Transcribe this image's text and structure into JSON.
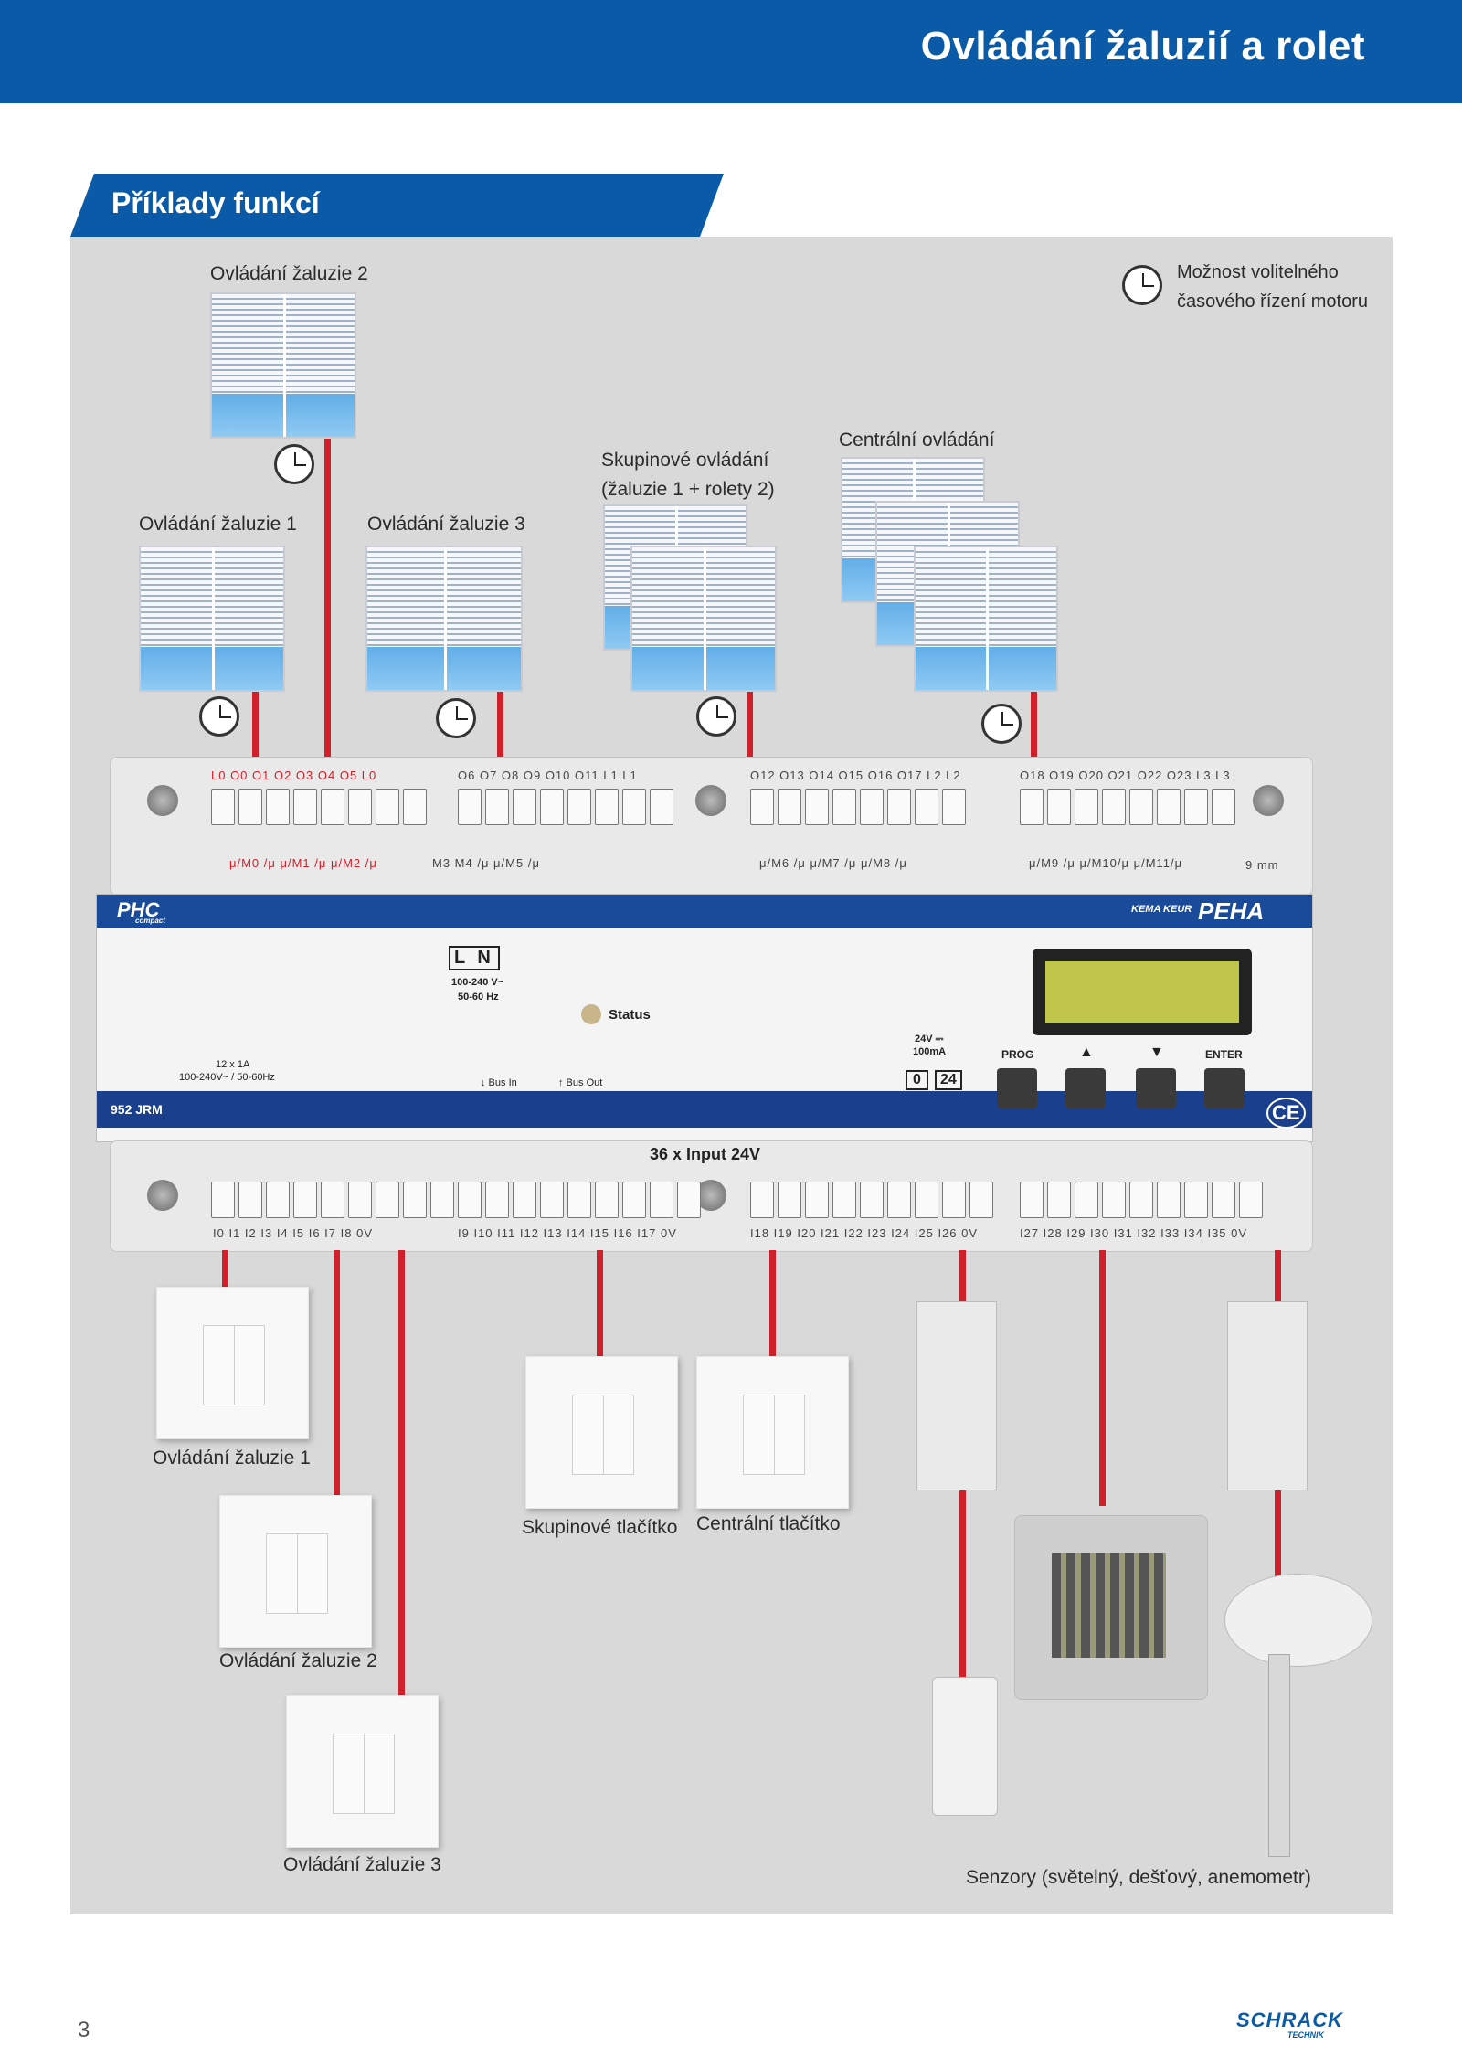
{
  "header": {
    "title": "Ovládání žaluzií a rolet"
  },
  "section": {
    "title": "Příklady funkcí"
  },
  "legend": {
    "line1": "Možnost volitelného",
    "line2": "časového řízení motoru",
    "icon": "clock-icon"
  },
  "blind_labels": {
    "blind2": "Ovládání žaluzie 2",
    "blind1": "Ovládání žaluzie 1",
    "blind3": "Ovládání žaluzie 3",
    "group_line1": "Skupinové ovládání",
    "group_line2": "(žaluzie 1 + rolety 2)",
    "central": "Centrální ovládání"
  },
  "controller": {
    "brand_left": "PHC",
    "brand_left_sub": "compact",
    "kema": "KEMA KEUR",
    "brand_right": "PEHA",
    "model": "952 JRM",
    "ln": "L N",
    "voltage1": "100-240 V~",
    "voltage2": "50-60 Hz",
    "status": "Status",
    "motor1": "12 x 1A",
    "motor2": "100-240V~ / 50-60Hz",
    "bus_in": "↓ Bus In",
    "bus_out": "↑ Bus Out",
    "supply1": "24V ⎓",
    "supply2": "100mA",
    "terminal_0": "0",
    "terminal_24": "24",
    "btn_prog": "PROG",
    "btn_up": "▲",
    "btn_down": "▼",
    "btn_enter": "ENTER",
    "ce": "CE",
    "input_title": "36 x Input 24V",
    "out_row1": "L0  O0  O1  O2  O3  O4  O5  L0",
    "out_row2": "O6  O7  O8  O9  O10 O11  L1  L1",
    "out_row3": "O12 O13 O14 O15 O16 O17  L2  L2",
    "out_row4": "O18 O19 O20 O21 O22 O23  L3  L3",
    "motor_row1": "μ/M0 /μ μ/M1 /μ μ/M2 /μ",
    "motor_row2": "M3    M4 /μ μ/M5 /μ",
    "motor_row3": "μ/M6 /μ μ/M7 /μ μ/M8 /μ",
    "motor_row4": "μ/M9 /μ μ/M10/μ μ/M11/μ",
    "strip_len": "9 mm",
    "in_row1": "I0  I1  I2  I3  I4  I5  I6  I7  I8  0V",
    "in_row2": "I9 I10 I11 I12 I13 I14 I15 I16 I17 0V",
    "in_row3": "I18 I19 I20 I21 I22 I23 I24 I25 I26 0V",
    "in_row4": "I27 I28 I29 I30 I31 I32 I33 I34 I35 0V"
  },
  "switch_labels": {
    "sw1": "Ovládání žaluzie 1",
    "sw2": "Ovládání žaluzie 2",
    "sw3": "Ovládání žaluzie 3",
    "group": "Skupinové tlačítko",
    "central": "Centrální tlačítko"
  },
  "sensors": {
    "label": "Senzory (světelný, dešťový, anemometr)"
  },
  "footer": {
    "page": "3",
    "logo": "SCHRACK",
    "logo_sub": "TECHNIK"
  },
  "colors": {
    "brand_blue": "#0b5aa7",
    "panel_gray": "#d9d9d9",
    "wire_red": "#d0202b",
    "lcd": "#bfc44a"
  }
}
